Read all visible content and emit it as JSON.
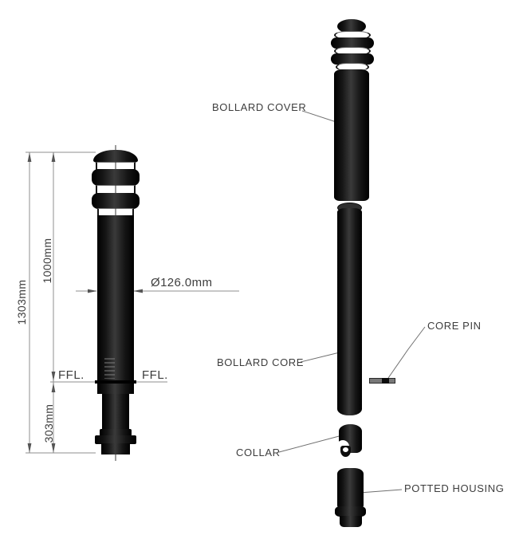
{
  "front_view": {
    "dim_overall": "1303mm",
    "dim_above_ground": "1000mm",
    "dim_below_ground": "303mm",
    "dim_diameter": "Ø126.0mm",
    "ffl_left": "FFL.",
    "ffl_right": "FFL."
  },
  "exploded_view": {
    "labels": {
      "cover": "BOLLARD COVER",
      "core": "BOLLARD CORE",
      "pin": "CORE PIN",
      "collar": "COLLAR",
      "housing": "POTTED HOUSING"
    }
  },
  "colors": {
    "part": "#141414",
    "band": "#ffffff",
    "line": "#8f8f8f",
    "text": "#3d3d3d"
  }
}
